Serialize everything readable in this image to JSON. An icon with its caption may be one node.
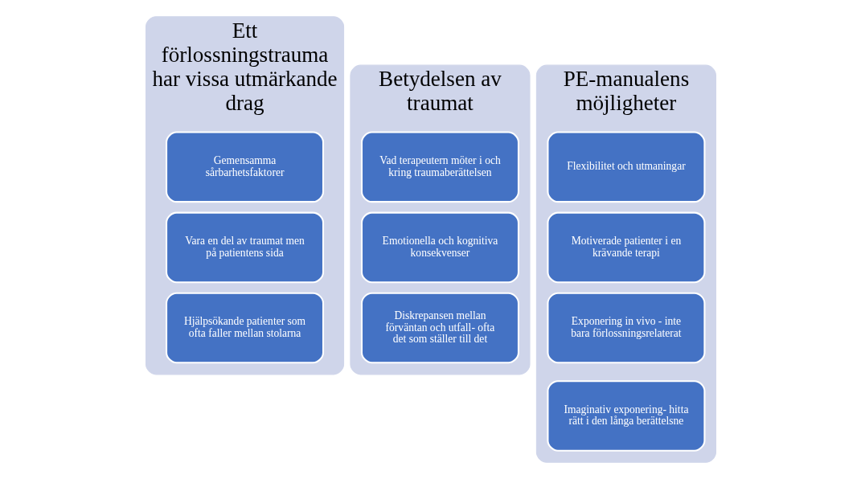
{
  "diagram": {
    "nodes": [
      {
        "text": [
          "Ett förlossningstrauma har vissa utmärkande drag"
        ]
      },
      {
        "text": [
          "Gemensamma sårbarhetsfaktorer"
        ],
        "in": 0
      },
      {
        "text": [
          "Vara en del av traumat men på patientens sida"
        ],
        "in": 0
      },
      {
        "text": [
          "Hjälpsökande patienter som ofta faller mellan stolarna"
        ],
        "in": 0
      },
      {
        "text": [
          "Betydelsen av traumat"
        ]
      },
      {
        "text": [
          "Vad terapeutern möter i och kring traumaberättelsen"
        ],
        "in": 4
      },
      {
        "text": [
          "Emotionella och kognitiva konsekvenser"
        ],
        "in": 4
      },
      {
        "text": [
          "Diskrepansen mellan förväntan och utfall- ofta det som ställer till det"
        ],
        "in": 4
      },
      {
        "text": [
          "PE-manualens möjligheter"
        ]
      },
      {
        "text": [
          "Flexibilitet och utmaningar"
        ],
        "in": 8
      },
      {
        "text": [
          "Motiverade patienter i en krävande terapi"
        ],
        "in": 8
      },
      {
        "text": [
          "Exponering in vivo - inte bara förlossningsrelaterat"
        ],
        "in": 8
      },
      {
        "text": [
          "Imaginativ exponering- hitta rätt i den långa berättelsne"
        ],
        "in": 8
      }
    ]
  }
}
